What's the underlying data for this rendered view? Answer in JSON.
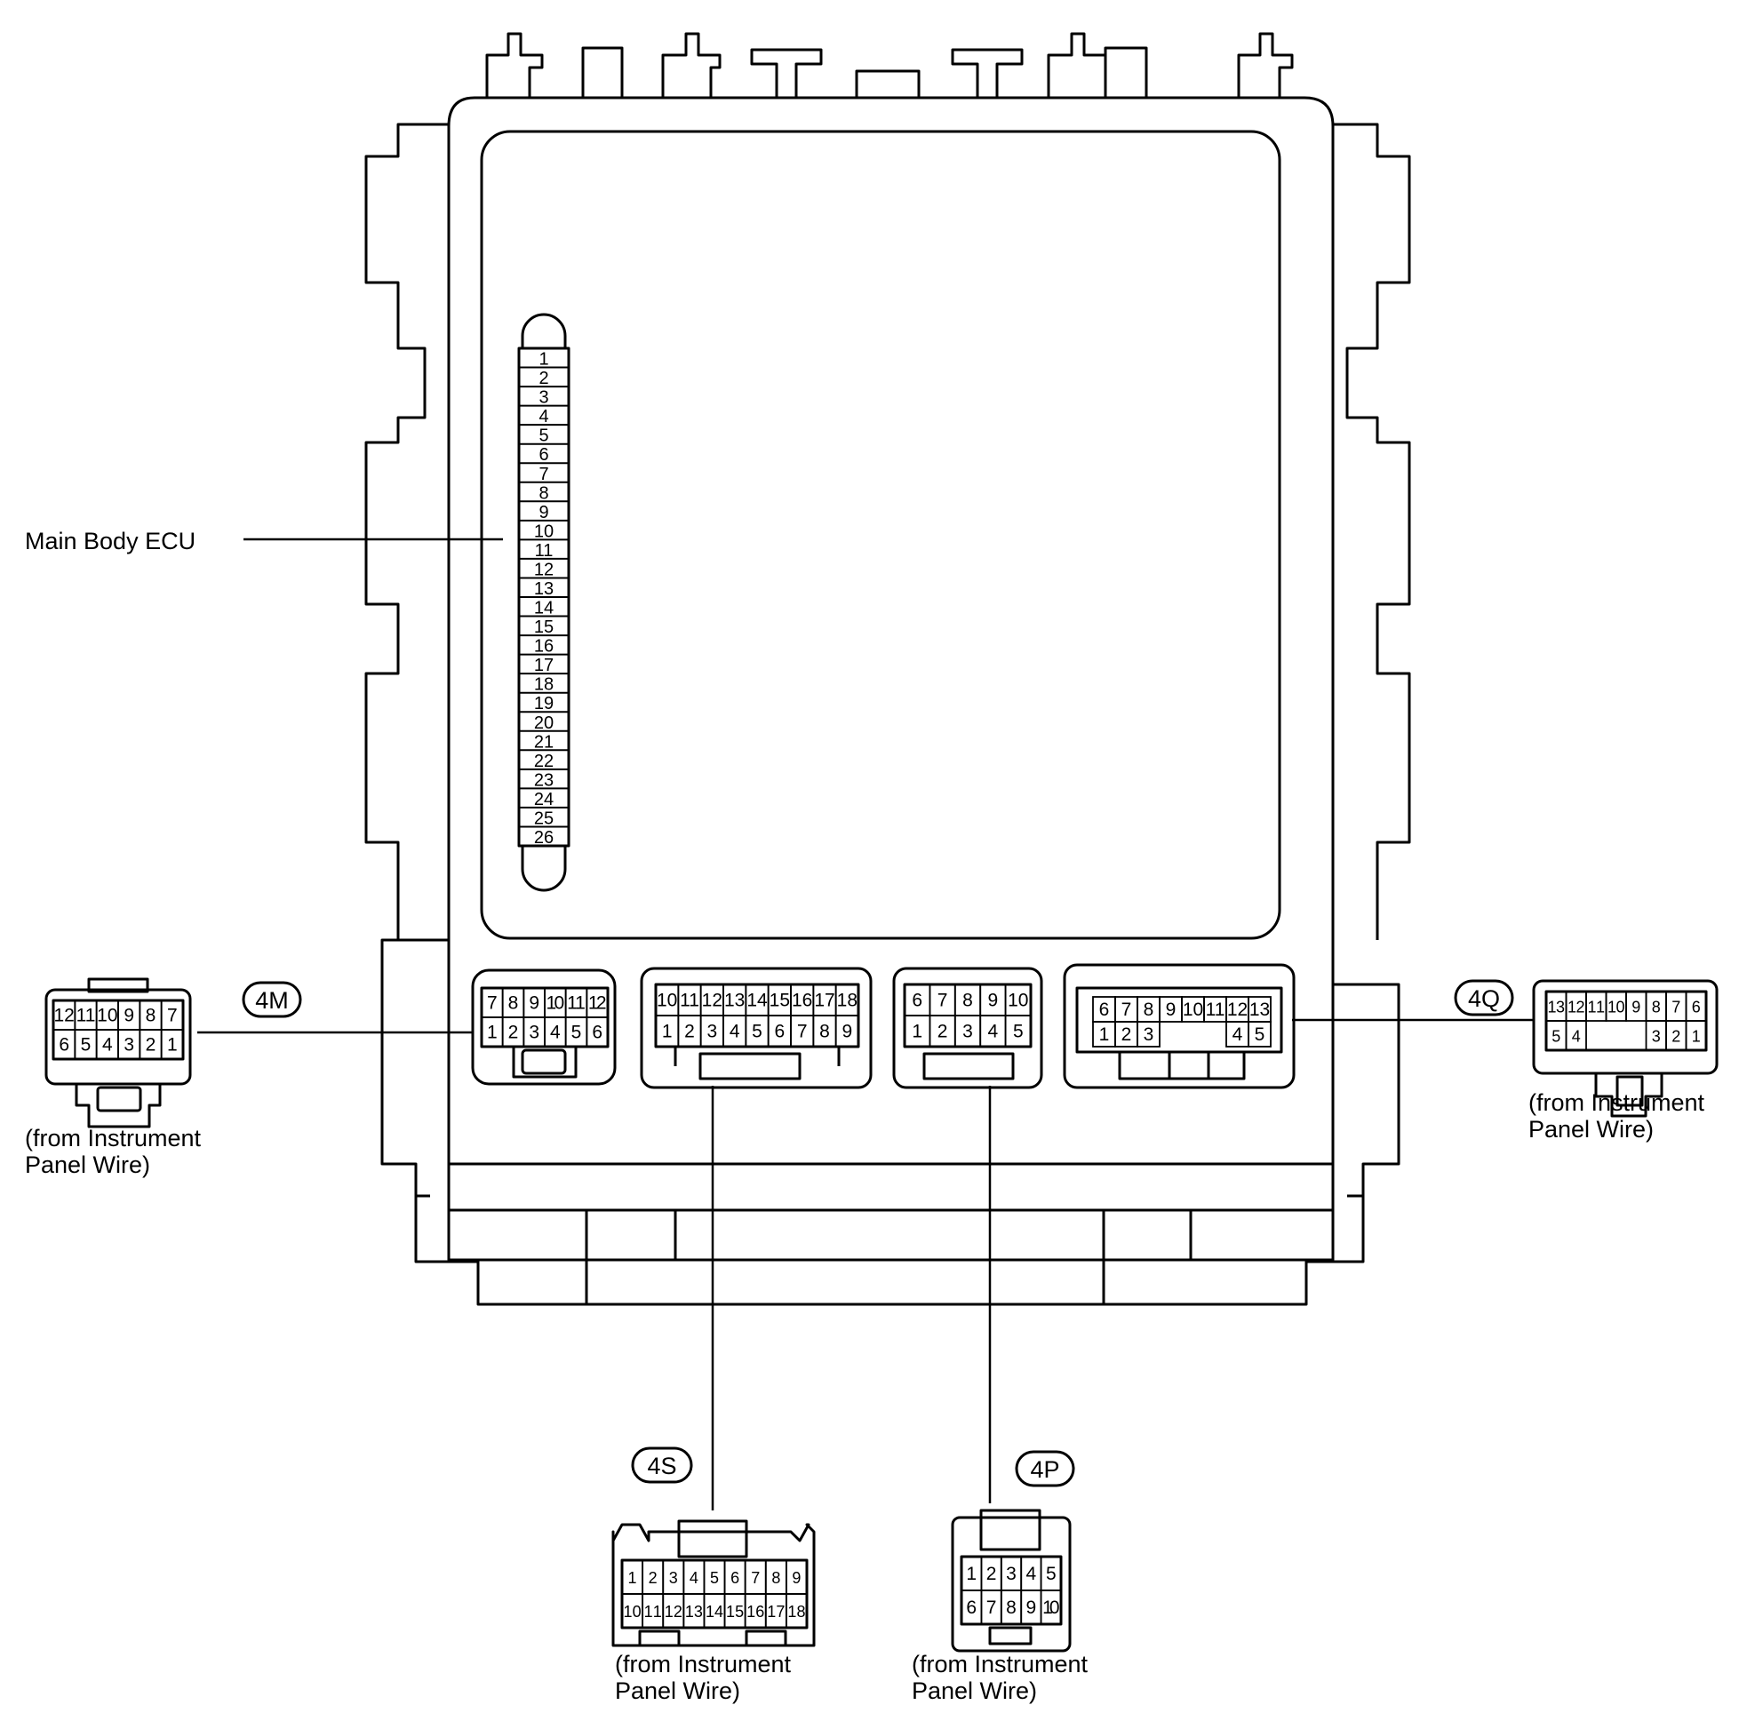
{
  "main_label": "Main Body ECU",
  "fuse_numbers": [
    "1",
    "2",
    "3",
    "4",
    "5",
    "6",
    "7",
    "8",
    "9",
    "10",
    "11",
    "12",
    "13",
    "14",
    "15",
    "16",
    "17",
    "18",
    "19",
    "20",
    "21",
    "22",
    "23",
    "24",
    "25",
    "26"
  ],
  "connectors": {
    "c4M": {
      "tag": "4M",
      "caption": [
        "(from Instrument",
        "Panel Wire)"
      ],
      "ecu_rows": [
        [
          "7",
          "8",
          "9",
          "10",
          "11",
          "12"
        ],
        [
          "1",
          "2",
          "3",
          "4",
          "5",
          "6"
        ]
      ],
      "plug_rows": [
        [
          "12",
          "11",
          "10",
          "9",
          "8",
          "7"
        ],
        [
          "6",
          "5",
          "4",
          "3",
          "2",
          "1"
        ]
      ]
    },
    "c4S": {
      "tag": "4S",
      "caption": [
        "(from Instrument",
        "Panel Wire)"
      ],
      "ecu_rows": [
        [
          "10",
          "11",
          "12",
          "13",
          "14",
          "15",
          "16",
          "17",
          "18"
        ],
        [
          "1",
          "2",
          "3",
          "4",
          "5",
          "6",
          "7",
          "8",
          "9"
        ]
      ],
      "plug_rows": [
        [
          "1",
          "2",
          "3",
          "4",
          "5",
          "6",
          "7",
          "8",
          "9"
        ],
        [
          "10",
          "11",
          "12",
          "13",
          "14",
          "15",
          "16",
          "17",
          "18"
        ]
      ]
    },
    "c4P": {
      "tag": "4P",
      "caption": [
        "(from Instrument",
        "Panel Wire)"
      ],
      "ecu_rows": [
        [
          "6",
          "7",
          "8",
          "9",
          "10"
        ],
        [
          "1",
          "2",
          "3",
          "4",
          "5"
        ]
      ],
      "plug_rows": [
        [
          "1",
          "2",
          "3",
          "4",
          "5"
        ],
        [
          "6",
          "7",
          "8",
          "9",
          "10"
        ]
      ]
    },
    "c4Q": {
      "tag": "4Q",
      "caption": [
        "(from Instrument",
        "Panel Wire)"
      ],
      "ecu_rows": [
        [
          "6",
          "7",
          "8",
          "9",
          "10",
          "11",
          "12",
          "13"
        ],
        [
          "1",
          "2",
          "3",
          "",
          "",
          "",
          "4",
          "5"
        ]
      ],
      "plug_rows": [
        [
          "13",
          "12",
          "11",
          "10",
          "9",
          "8",
          "7",
          "6"
        ],
        [
          "5",
          "4",
          "",
          "",
          "",
          "3",
          "2",
          "1"
        ]
      ]
    }
  }
}
